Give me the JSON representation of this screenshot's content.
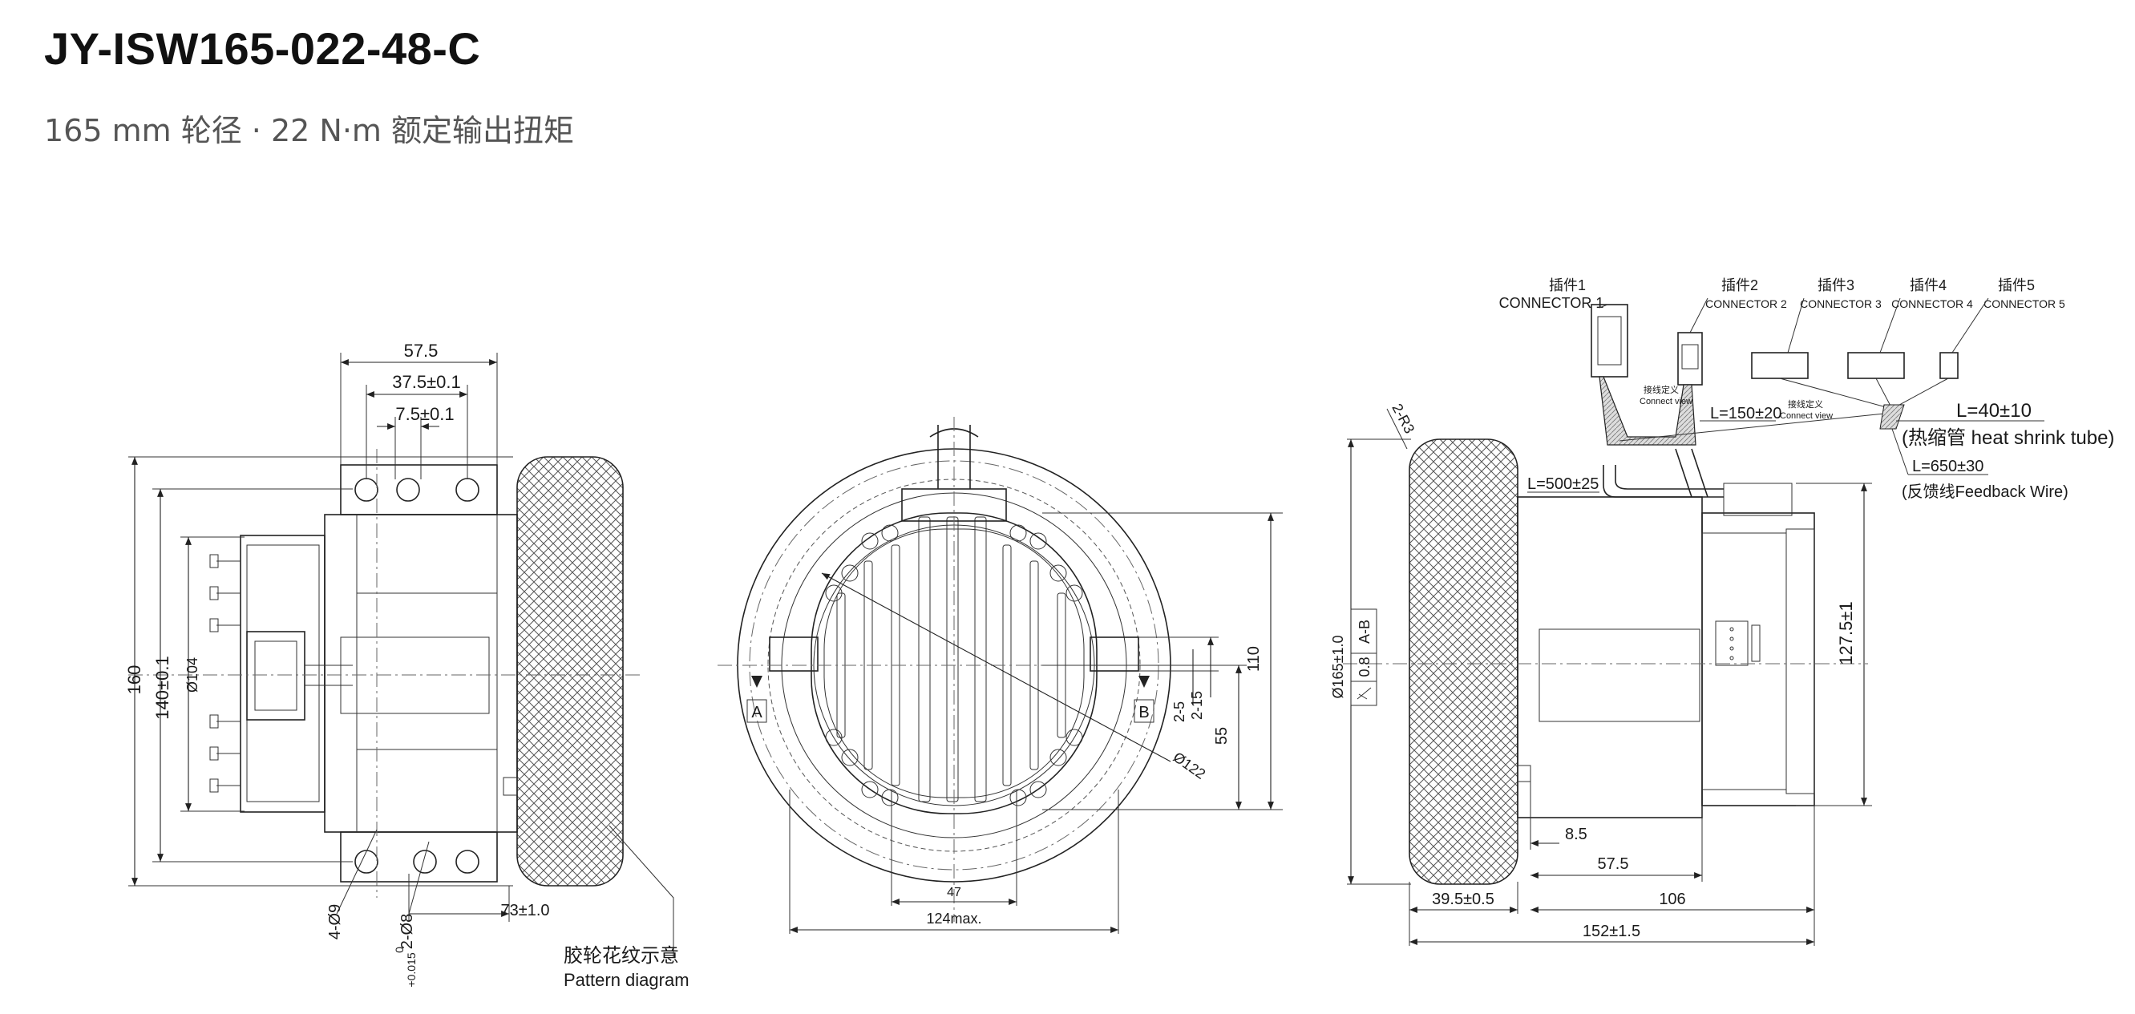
{
  "header": {
    "title": "JY-ISW165-022-48-C",
    "subtitle": "165 mm 轮径 · 22 N·m 额定输出扭矩"
  },
  "left_view": {
    "dim_57_5": "57.5",
    "dim_37_5": "37.5±0.1",
    "dim_7_5": "7.5±0.1",
    "dim_160": "160",
    "dim_140": "140±0.1",
    "dim_d104": "Ø104",
    "dim_73": "73±1.0",
    "hole_4": "4-Ø9",
    "hole_2": "2-Ø8",
    "hole_2_tol": "+0.015",
    "hole_2_tol_low": "0",
    "pattern_cn": "胶轮花纹示意",
    "pattern_en": "Pattern diagram"
  },
  "middle_view": {
    "dim_110": "110",
    "dim_55": "55",
    "dim_2_5": "2-5",
    "dim_2_15": "2-15",
    "dim_d122": "Ø122",
    "dim_47": "47",
    "dim_124": "124max.",
    "datum_a": "A",
    "datum_b": "B"
  },
  "right_view": {
    "connectors": [
      {
        "cn": "插件1",
        "en": "CONNECTOR 1"
      },
      {
        "cn": "插件2",
        "en": "CONNECTOR 2"
      },
      {
        "cn": "插件3",
        "en": "CONNECTOR 3"
      },
      {
        "cn": "插件4",
        "en": "CONNECTOR 4"
      },
      {
        "cn": "插件5",
        "en": "CONNECTOR 5"
      }
    ],
    "connect_view_cn": "接线定义",
    "connect_view_en": "Connect view",
    "connect_view2_cn": "接线定义",
    "connect_view2_en": "Connect view",
    "l150": "L=150±20",
    "l500": "L=500±25",
    "l40": "L=40±10",
    "heat_shrink": "(热缩管 heat shrink tube)",
    "l650": "L=650±30",
    "feedback": "(反馈线Feedback Wire)",
    "r3": "2-R3",
    "d165": "Ø165±1.0",
    "runout": "0.8",
    "runout_ref": "A-B",
    "dim_127_5": "127.5±1",
    "dim_8_5": "8.5",
    "dim_57_5": "57.5",
    "dim_39_5": "39.5±0.5",
    "dim_106": "106",
    "dim_152": "152±1.5"
  }
}
